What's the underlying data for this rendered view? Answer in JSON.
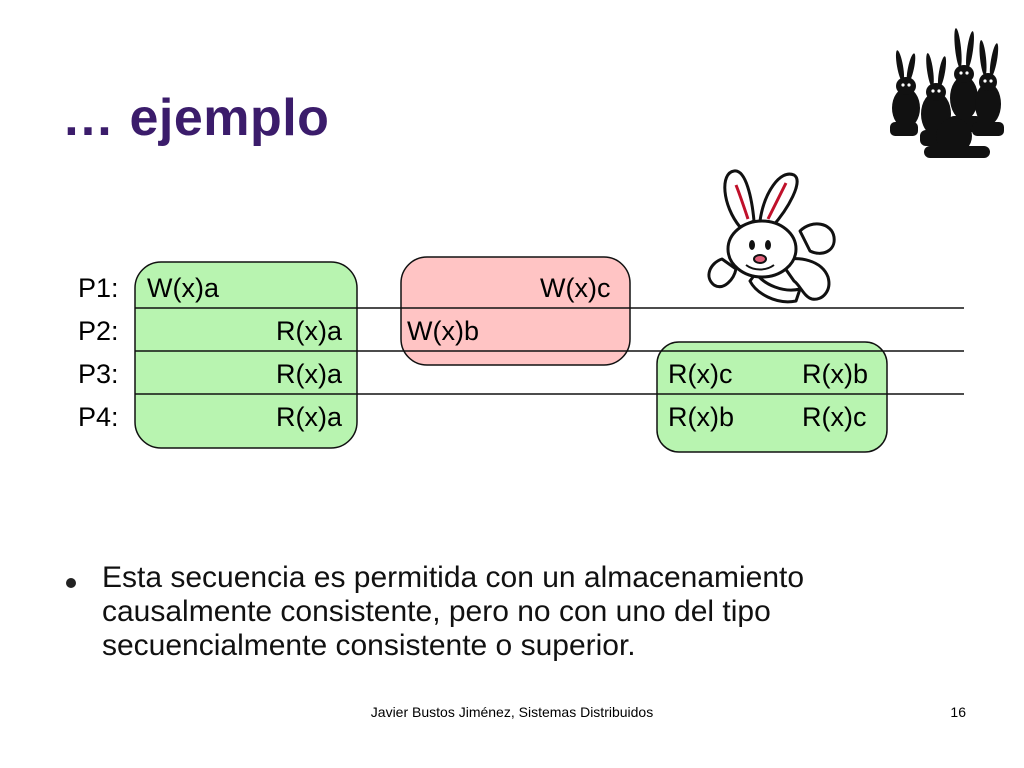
{
  "slide": {
    "title": "… ejemplo",
    "footer": "Javier Bustos Jiménez, Sistemas Distribuidos",
    "page_number": "16"
  },
  "diagram": {
    "processes": [
      "P1:",
      "P2:",
      "P3:",
      "P4:"
    ],
    "operations": {
      "p1_w_a": "W(x)a",
      "p1_w_c": "W(x)c",
      "p2_r_a": "R(x)a",
      "p2_w_b": "W(x)b",
      "p3_r_a": "R(x)a",
      "p3_r_c": "R(x)c",
      "p3_r_b": "R(x)b",
      "p4_r_a": "R(x)a",
      "p4_r_b": "R(x)b",
      "p4_r_c": "R(x)c"
    },
    "colors": {
      "green_fill": "#b8f4b0",
      "pink_fill": "#ffc4c4",
      "title": "#3b1c6b"
    }
  },
  "bullets": [
    "Esta secuencia es permitida con un almacenamiento causalmente consistente, pero no con uno del tipo secuencialmente consistente o superior."
  ],
  "images": {
    "group_icon": "rabbit-silhouettes-icon",
    "mascot_icon": "cartoon-bunny-icon"
  }
}
